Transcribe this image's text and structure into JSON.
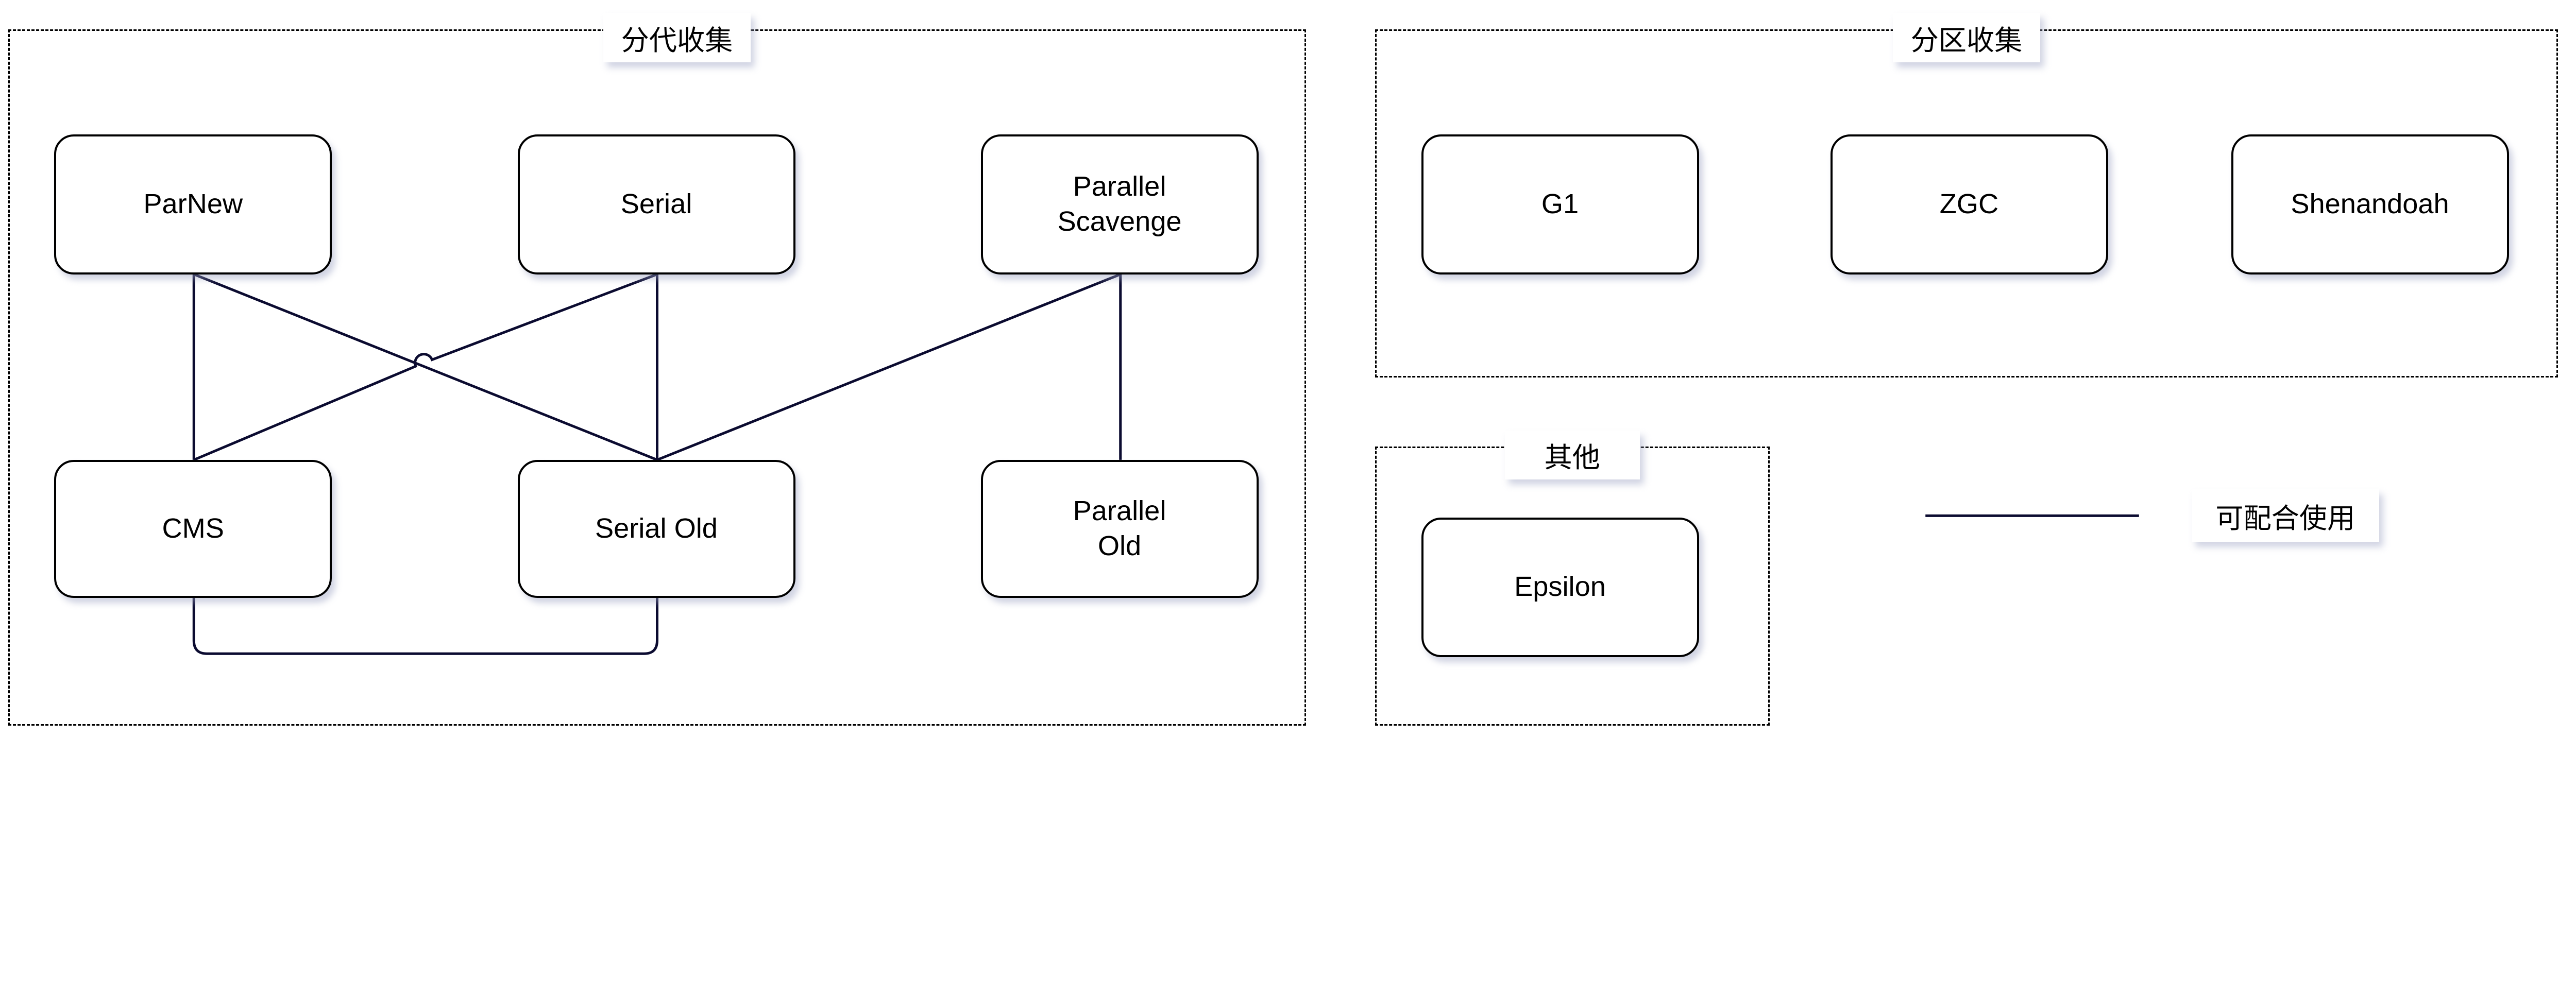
{
  "groups": {
    "generational": "分代收集",
    "regional": "分区收集",
    "other": "其他"
  },
  "nodes": {
    "parnew": "ParNew",
    "serial": "Serial",
    "parallel_scavenge": [
      "Parallel",
      "Scavenge"
    ],
    "cms": "CMS",
    "serial_old": "Serial Old",
    "parallel_old": [
      "Parallel",
      "Old"
    ],
    "g1": "G1",
    "zgc": "ZGC",
    "shenandoah": "Shenandoah",
    "epsilon": "Epsilon"
  },
  "edges": [
    [
      "ParNew",
      "CMS"
    ],
    [
      "ParNew",
      "Serial Old"
    ],
    [
      "Serial",
      "CMS"
    ],
    [
      "Serial",
      "Serial Old"
    ],
    [
      "Parallel Scavenge",
      "Serial Old"
    ],
    [
      "Parallel Scavenge",
      "Parallel Old"
    ],
    [
      "CMS",
      "Serial Old"
    ]
  ],
  "legend": {
    "line_label": "可配合使用",
    "line_color": "#0b0b30"
  }
}
